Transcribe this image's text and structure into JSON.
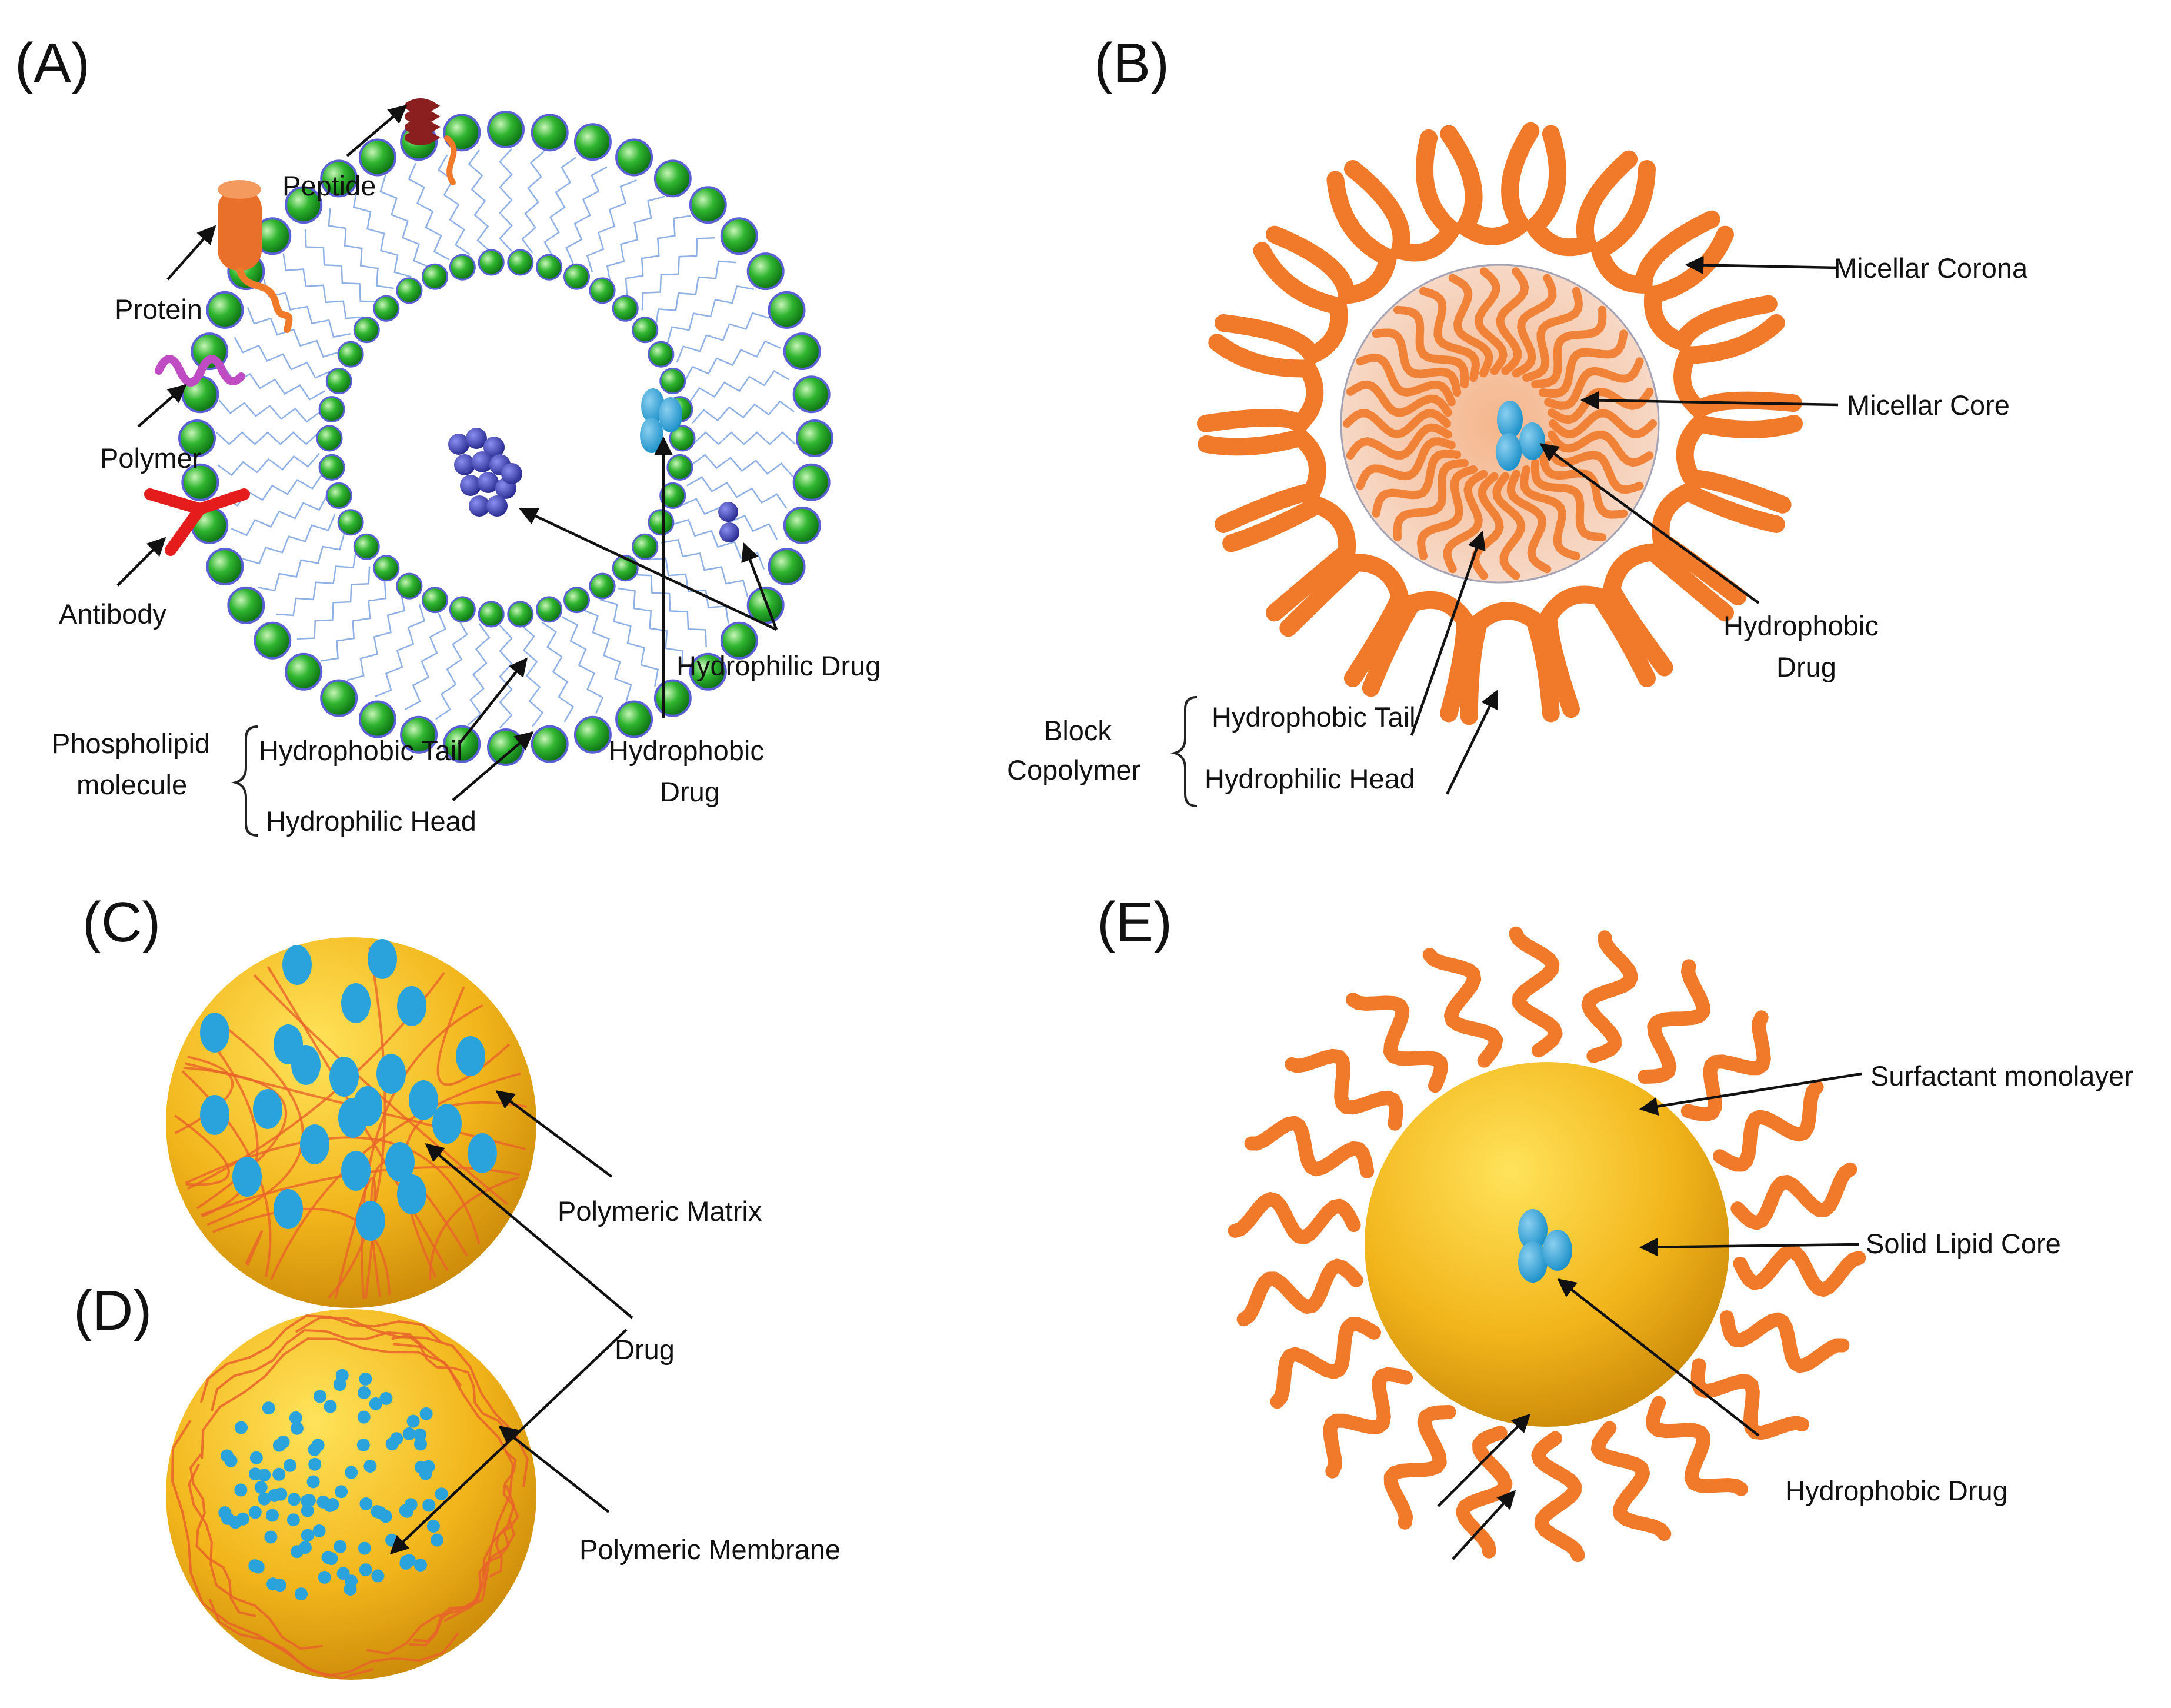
{
  "panels": {
    "a": "(A)",
    "b": "(B)",
    "c": "(C)",
    "d": "(D)",
    "e": "(E)"
  },
  "liposome": {
    "peptide": "Peptide",
    "protein": "Protein",
    "polymer": "Polymer",
    "antibody": "Antibody",
    "hydrophilic_drug": "Hydrophilic Drug",
    "hydrophobic_drug_line1": "Hydrophobic",
    "hydrophobic_drug_line2": "Drug",
    "phospholipid_line1": "Phospholipid",
    "phospholipid_line2": "molecule",
    "hydrophobic_tail": "Hydrophobic Tail",
    "hydrophilic_head": "Hydrophilic Head"
  },
  "micelle": {
    "corona": "Micellar Corona",
    "core": "Micellar Core",
    "drug_line1": "Hydrophobic",
    "drug_line2": "Drug",
    "block_line1": "Block",
    "block_line2": "Copolymer",
    "tail": "Hydrophobic Tail",
    "head": "Hydrophilic Head"
  },
  "nanoparticle": {
    "matrix": "Polymeric Matrix",
    "drug": "Drug",
    "membrane": "Polymeric Membrane"
  },
  "sln": {
    "surfactant": "Surfactant monolayer",
    "core": "Solid Lipid  Core",
    "drug": "Hydrophobic Drug"
  },
  "colors": {
    "head_green": "#2fb52f",
    "head_ring": "#5a5fd6",
    "tail_blue": "#8fb0e6",
    "drug_blue": "#2aa3dd",
    "hydrophilic_drug": "#3b3fb0",
    "orange": "#f07a2a",
    "gold": "#f2b51b",
    "antibody_red": "#e51c1c",
    "peptide_red": "#8b1e1e",
    "polymer_magenta": "#c04cc4"
  }
}
